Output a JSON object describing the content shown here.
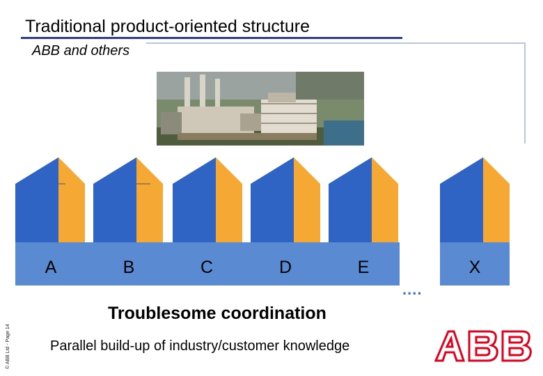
{
  "slide": {
    "title": "Traditional product-oriented structure",
    "subtitle": "ABB and others",
    "copyright": "© ABB Ltd - Page 14",
    "heading": "Troublesome coordination",
    "footer": "Parallel build-up of industry/customer knowledge",
    "ellipsis": "....",
    "logo_text": "ABB",
    "photo": "power-plant-photo"
  },
  "units": [
    {
      "label": "A"
    },
    {
      "label": "B"
    },
    {
      "label": "C"
    },
    {
      "label": "D"
    },
    {
      "label": "E"
    },
    {
      "label": "X"
    }
  ],
  "colors": {
    "roof_blue": "#2f63c4",
    "roof_orange": "#f5a833",
    "band": "#5a8ad2",
    "title_rule": "#2e3b8f",
    "logo_red": "#e0001b"
  }
}
